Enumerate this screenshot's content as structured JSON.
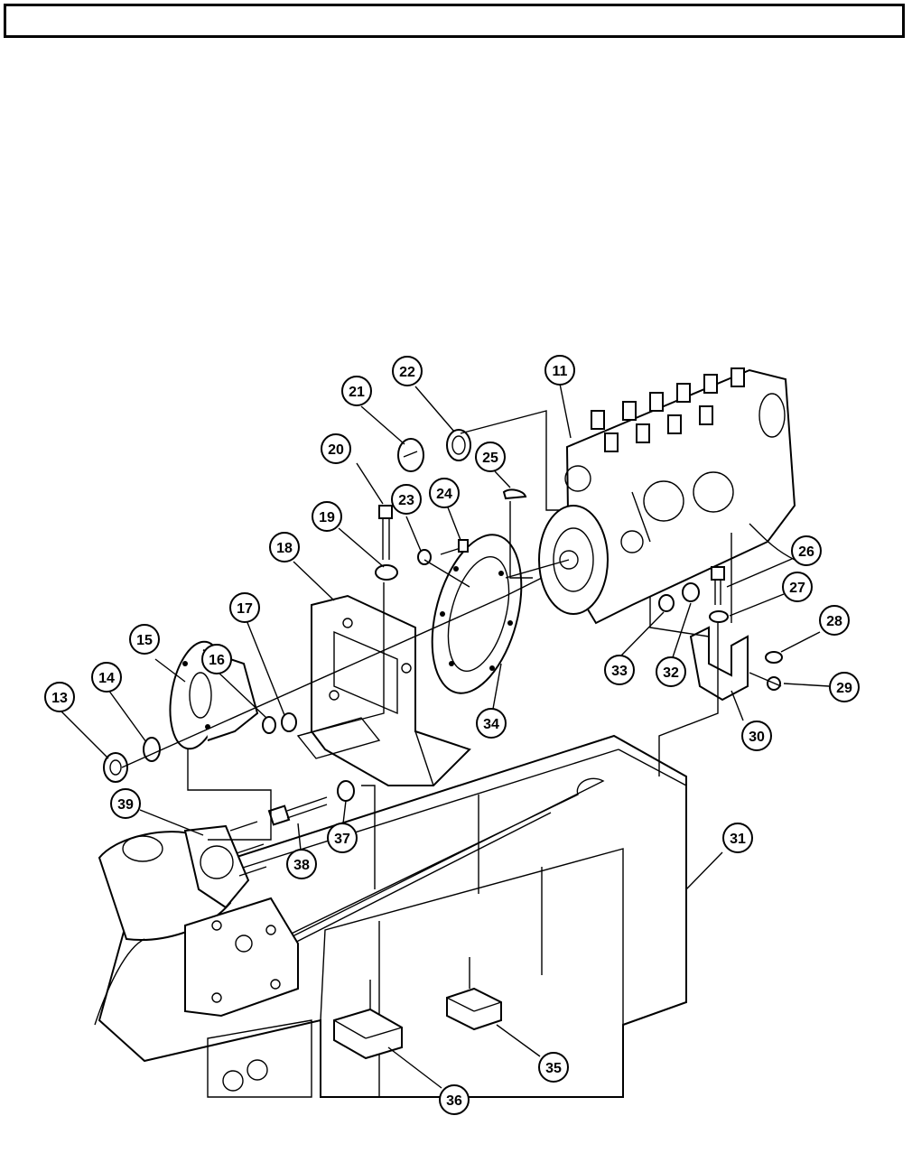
{
  "header": {
    "text": ""
  },
  "diagram": {
    "callouts": [
      {
        "id": "c11",
        "label": "11"
      },
      {
        "id": "c13",
        "label": "13"
      },
      {
        "id": "c14",
        "label": "14"
      },
      {
        "id": "c15",
        "label": "15"
      },
      {
        "id": "c16",
        "label": "16"
      },
      {
        "id": "c17",
        "label": "17"
      },
      {
        "id": "c18",
        "label": "18"
      },
      {
        "id": "c19",
        "label": "19"
      },
      {
        "id": "c20",
        "label": "20"
      },
      {
        "id": "c21",
        "label": "21"
      },
      {
        "id": "c22",
        "label": "22"
      },
      {
        "id": "c23",
        "label": "23"
      },
      {
        "id": "c24",
        "label": "24"
      },
      {
        "id": "c25",
        "label": "25"
      },
      {
        "id": "c26",
        "label": "26"
      },
      {
        "id": "c27",
        "label": "27"
      },
      {
        "id": "c28",
        "label": "28"
      },
      {
        "id": "c29",
        "label": "29"
      },
      {
        "id": "c30",
        "label": "30"
      },
      {
        "id": "c31",
        "label": "31"
      },
      {
        "id": "c32",
        "label": "32"
      },
      {
        "id": "c33",
        "label": "33"
      },
      {
        "id": "c34",
        "label": "34"
      },
      {
        "id": "c35",
        "label": "35"
      },
      {
        "id": "c36",
        "label": "36"
      },
      {
        "id": "c37",
        "label": "37"
      },
      {
        "id": "c38",
        "label": "38"
      },
      {
        "id": "c39",
        "label": "39"
      }
    ]
  }
}
